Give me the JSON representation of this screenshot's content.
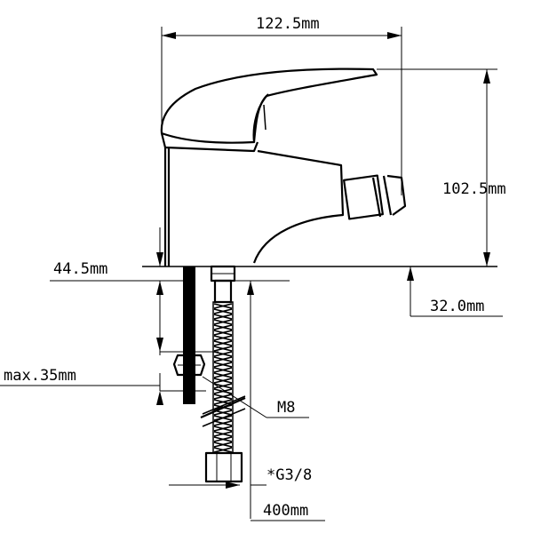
{
  "dimensions": {
    "width_top": "122.5mm",
    "height_right": "102.5mm",
    "depth_left": "44.5mm",
    "offset_right": "32.0mm",
    "max_thickness": "max.35mm",
    "thread_bolt": "M8",
    "connector": "*G3/8",
    "hose_length": "400mm"
  }
}
